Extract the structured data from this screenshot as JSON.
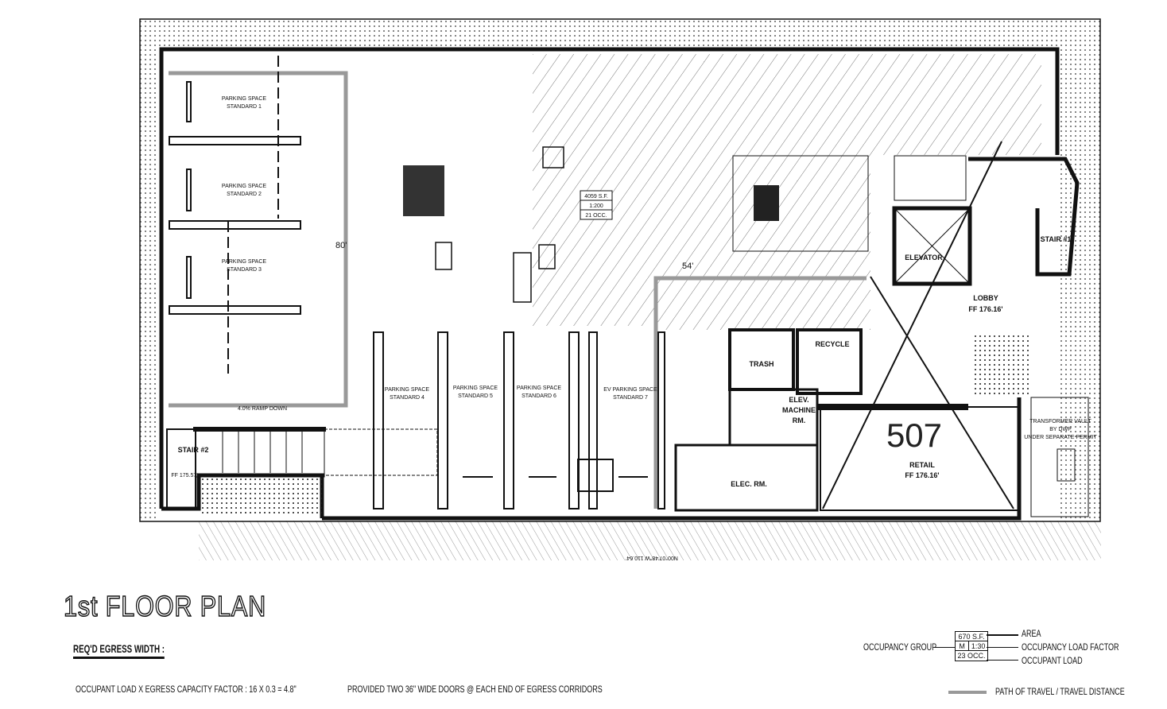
{
  "title": "1st  FLOOR PLAN",
  "egress": {
    "heading": "REQ'D EGRESS WIDTH :",
    "calc": "OCCUPANT LOAD X EGRESS CAPACITY FACTOR : 16 X 0.3  = 4.8\"",
    "provided": "PROVIDED TWO 36\" WIDE DOORS @ EACH END OF EGRESS CORRIDORS"
  },
  "legend": {
    "occupancy_group": "OCCUPANCY GROUP",
    "area": "AREA",
    "load_factor": "OCCUPANCY LOAD FACTOR",
    "occupant_load": "OCCUPANT LOAD",
    "sample_area": "670 S.F.",
    "sample_group": "M",
    "sample_factor": "1:30",
    "sample_load": "23 OCC.",
    "path_of_travel": "PATH OF TRAVEL / TRAVEL DISTANCE"
  },
  "occupancy_box": {
    "area": "4059 S.F.",
    "factor": "1:200",
    "load": "21 OCC."
  },
  "dimensions": {
    "d1": "80'",
    "d2": "54'"
  },
  "rooms": {
    "parking": [
      {
        "line1": "PARKING SPACE",
        "line2": "STANDARD 1"
      },
      {
        "line1": "PARKING SPACE",
        "line2": "STANDARD 2"
      },
      {
        "line1": "PARKING SPACE",
        "line2": "STANDARD 3"
      },
      {
        "line1": "PARKING SPACE",
        "line2": "STANDARD 4"
      },
      {
        "line1": "PARKING SPACE",
        "line2": "STANDARD 5"
      },
      {
        "line1": "PARKING SPACE",
        "line2": "STANDARD 6"
      },
      {
        "line1": "EV PARKING SPACE",
        "line2": "STANDARD 7"
      }
    ],
    "stair2": "STAIR #2",
    "stair2_ff": "FF 175.57'",
    "stair1": "STAIR #1",
    "elevator": "ELEVATOR",
    "lobby": "LOBBY",
    "lobby_ff": "FF 176.16'",
    "trash": "TRASH",
    "recycle": "RECYCLE",
    "elev_machine": [
      "ELEV.",
      "MACHINE",
      "RM."
    ],
    "elec": "ELEC. RM.",
    "retail_no": "507",
    "retail": "RETAIL",
    "retail_ff": "FF 176.16'",
    "transformer": [
      "TRANSFORMER VAULT",
      "BY DWP",
      "UNDER SEPARATE PERMIT"
    ],
    "ramp": "4.0% RAMP DOWN",
    "bearing": "N00°07'48\"W  110.64'"
  }
}
